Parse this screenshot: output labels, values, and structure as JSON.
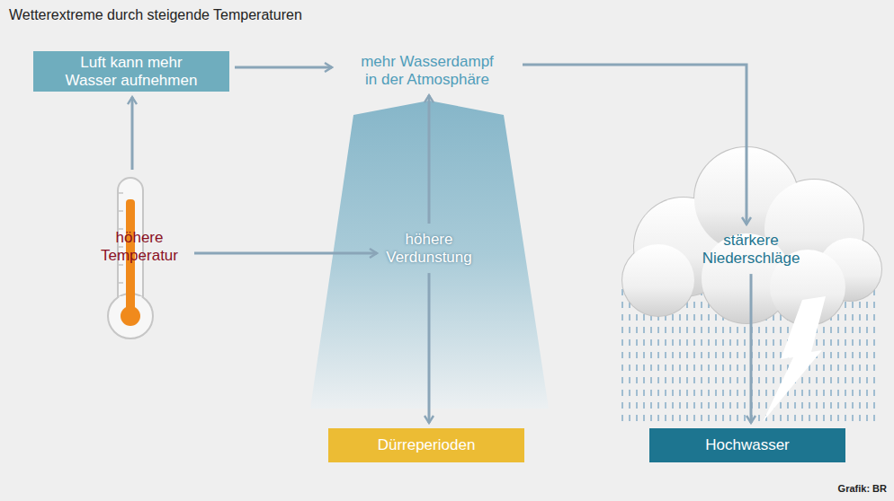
{
  "diagram": {
    "title": "Wetterextreme durch steigende Temperaturen",
    "nodes": [
      {
        "text": [
          "Luft kann mehr Wasser aufnehmen"
        ]
      },
      {
        "text": [
          "mehr Wasserdampf in der Atmosphäre"
        ]
      },
      {
        "text": [
          "höhere Temperatur"
        ]
      },
      {
        "text": [
          "höhere Verdunstung"
        ]
      },
      {
        "text": [
          "stärkere Niederschläge"
        ]
      },
      {
        "text": [
          "Dürreperioden"
        ]
      },
      {
        "text": [
          "Hochwasser"
        ]
      }
    ],
    "edges": [
      {
        "from": 2,
        "to": 0,
        "arrow": "to"
      },
      {
        "from": 0,
        "to": 1,
        "arrow": "to"
      },
      {
        "from": 2,
        "to": 3,
        "arrow": "to"
      },
      {
        "from": 3,
        "to": 1,
        "arrow": "to"
      },
      {
        "from": 3,
        "to": 5,
        "arrow": "to"
      },
      {
        "from": 1,
        "to": 4,
        "arrow": "to"
      },
      {
        "from": 4,
        "to": 6,
        "arrow": "to"
      }
    ],
    "labels": [
      "Grafik: BR"
    ]
  }
}
